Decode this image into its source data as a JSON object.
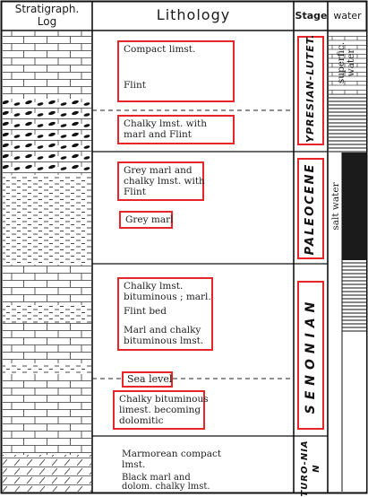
{
  "headers": {
    "log_line1": "Stratigraph.",
    "log_line2": "Log",
    "lithology": "Lithology",
    "stage": "Stage",
    "water": "water"
  },
  "lithology": {
    "compact": {
      "line1": "Compact limst.",
      "line2": "Flint"
    },
    "chalky_flint": {
      "line1": "Chalky lmst. with",
      "line2": "marl and Flint"
    },
    "grey_chalky": {
      "line1": "Grey marl and",
      "line2": "chalky lmst. with",
      "line3": "Flint"
    },
    "grey_marl": "Grey marl",
    "bituminous": {
      "line1": "Chalky lmst.",
      "line2": "bituminous ; marl.",
      "line3": "Flint bed",
      "line4": "Marl and chalky",
      "line5": "bituminous lmst."
    },
    "sea_level": "Sea level",
    "dolomitic": {
      "line1": "Chalky bituminous",
      "line2": "limest. becoming",
      "line3": "dolomitic"
    },
    "marmorean": {
      "line1": "Marmorean compact",
      "line2": "lmst."
    },
    "black_marl": {
      "line1": "Black marl and",
      "line2": "dolom. chalky lmst."
    }
  },
  "stages": {
    "ypresian": "YPRESIAN-LUTET.",
    "paleocene": "PALEOCENE",
    "senonian": "SENONIAN",
    "turonian": "TURO-NIAN"
  },
  "water": {
    "superficial_line1": "superfic.",
    "superficial_line2": "water",
    "salt": "salt water"
  },
  "colors": {
    "annotation": "#e8262a",
    "ink": "#1a1a1a"
  }
}
